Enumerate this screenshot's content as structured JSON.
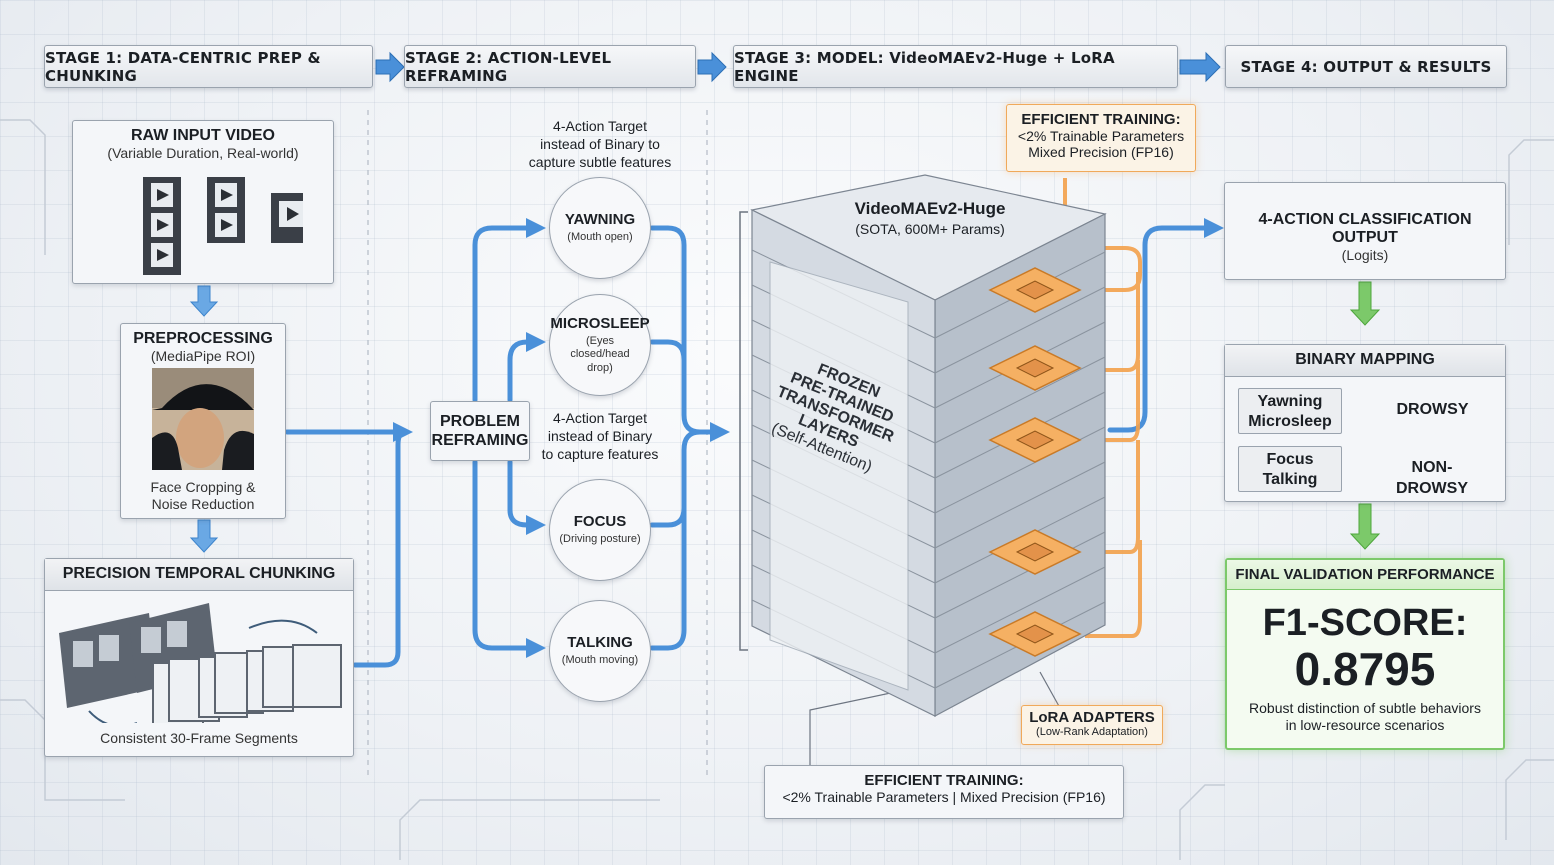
{
  "stages": [
    "STAGE 1: DATA-CENTRIC PREP & CHUNKING",
    "STAGE 2: ACTION-LEVEL REFRAMING",
    "STAGE 3: MODEL: VideoMAEv2-Huge + LoRA ENGINE",
    "STAGE 4: OUTPUT & RESULTS"
  ],
  "stage1": {
    "raw_title": "RAW INPUT VIDEO",
    "raw_sub": "(Variable Duration, Real-world)",
    "pre_title": "PREPROCESSING",
    "pre_sub": "(MediaPipe ROI)",
    "pre_caption_1": "Face Cropping &",
    "pre_caption_2": "Noise Reduction",
    "chunk_title": "PRECISION TEMPORAL CHUNKING",
    "chunk_caption": "Consistent 30-Frame Segments"
  },
  "stage2": {
    "top_note_1": "4-Action Target",
    "top_note_2": "instead of Binary to",
    "top_note_3": "capture subtle features",
    "reframe_1": "PROBLEM",
    "reframe_2": "REFRAMING",
    "mid_note_1": "4-Action Target",
    "mid_note_2": "instead of Binary",
    "mid_note_3": "to capture features",
    "actions": [
      {
        "name": "YAWNING",
        "desc": "(Mouth open)"
      },
      {
        "name": "MICROSLEEP",
        "desc": "(Eyes closed/head drop)"
      },
      {
        "name": "FOCUS",
        "desc": "(Driving posture)"
      },
      {
        "name": "TALKING",
        "desc": "(Mouth moving)"
      }
    ]
  },
  "stage3": {
    "eff_top_title": "EFFICIENT TRAINING:",
    "eff_top_1": "<2% Trainable Parameters",
    "eff_top_2": "Mixed Precision (FP16)",
    "model_title": "VideoMAEv2-Huge",
    "model_sub": "(SOTA, 600M+ Params)",
    "frozen_1": "FROZEN",
    "frozen_2": "PRE-TRAINED",
    "frozen_3": "TRANSFORMER",
    "frozen_4": "LAYERS",
    "frozen_5": "(Self-Attention)",
    "lora_title": "LoRA ADAPTERS",
    "lora_sub": "(Low-Rank Adaptation)",
    "eff_bottom_title": "EFFICIENT TRAINING:",
    "eff_bottom_sub": "<2% Trainable Parameters | Mixed Precision (FP16)"
  },
  "stage4": {
    "class_title": "4-ACTION CLASSIFICATION OUTPUT",
    "class_sub": "(Logits)",
    "map_title": "BINARY MAPPING",
    "map_a_1": "Yawning",
    "map_a_2": "Microsleep",
    "map_a_out": "DROWSY",
    "map_b_1": "Focus",
    "map_b_2": "Talking",
    "map_b_out": "NON-DROWSY",
    "final_title": "FINAL VALIDATION PERFORMANCE",
    "f1_label": "F1-SCORE:",
    "f1_value": "0.8795",
    "final_note_1": "Robust distinction of subtle behaviors",
    "final_note_2": "in low-resource scenarios"
  },
  "colors": {
    "flow_blue": "#4a90d9",
    "lora_orange": "#f3a14c",
    "success_green": "#7cc96a"
  }
}
